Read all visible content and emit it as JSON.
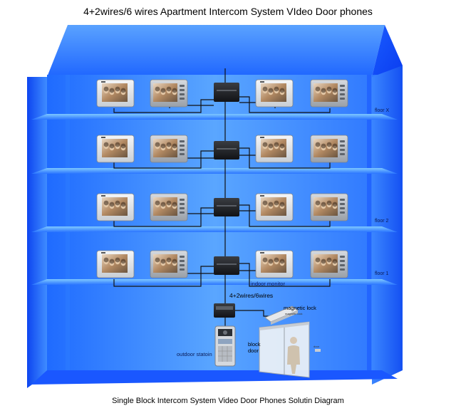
{
  "title": "4+2wires/6 wires Apartment Intercom System VIdeo Door phones",
  "caption": "Single Block Intercom  System Video Door Phones  Solutin Diagram",
  "floors": [
    "floor X",
    "",
    "floor 2",
    "floor 1"
  ],
  "labels": {
    "indoor_monitor": "indoor monitor",
    "wiring": "4+2wires/6wires",
    "magnetic_lock": "magnetic lock",
    "magnetic_lock_small": "magnetic lock",
    "block_door": "block\ndoor",
    "outdoor_station": "outdoor statoin",
    "door_tag": "door"
  },
  "colors": {
    "sky_blue": "#3a8cff",
    "deep_blue": "#0a3cff",
    "wire": "#111111"
  }
}
